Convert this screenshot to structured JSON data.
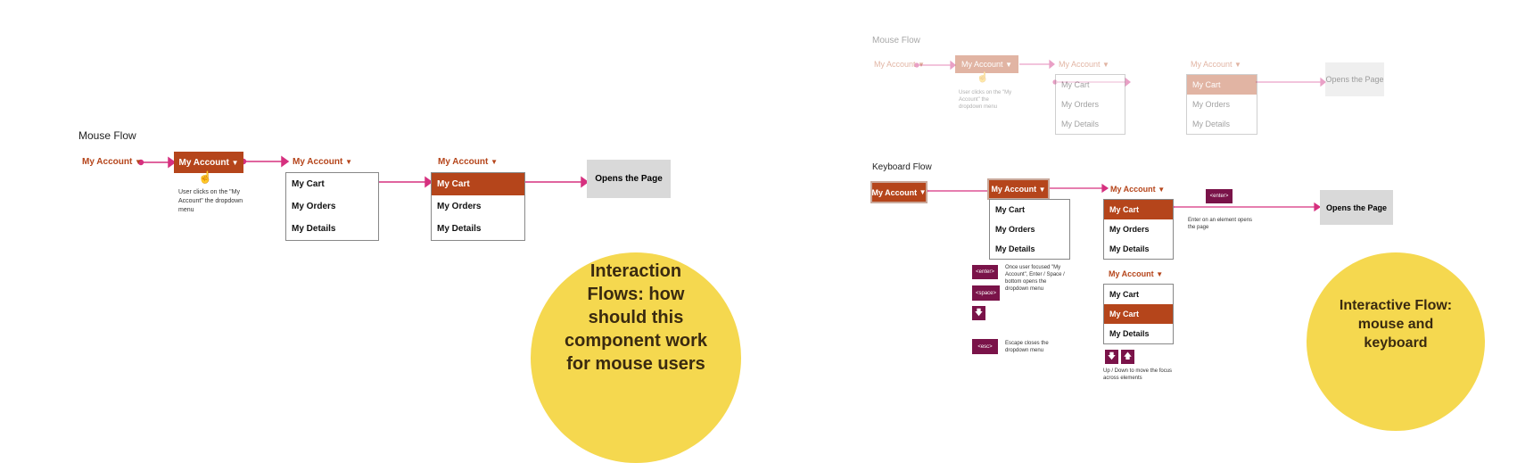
{
  "mouse_flow": {
    "title": "Mouse Flow",
    "trigger": "My Account",
    "caption": "User clicks on the \"My Account\" the dropdown menu",
    "menu_items": [
      "My Cart",
      "My Orders",
      "My Details"
    ],
    "result": "Opens the Page",
    "circle_text": "Interaction Flows: how should this component work for mouse users"
  },
  "faded_mouse_flow": {
    "title": "Mouse Flow",
    "trigger": "My Account",
    "caption": "User clicks on the \"My Account\" the dropdown menu",
    "menu_items": [
      "My Cart",
      "My Orders",
      "My Details"
    ],
    "result": "Opens the Page"
  },
  "keyboard_flow": {
    "title": "Keyboard Flow",
    "trigger": "My Account",
    "menu_items": [
      "My Cart",
      "My Orders",
      "My Details"
    ],
    "menu2_items": [
      "My Cart",
      "My Cart",
      "My Details"
    ],
    "result": "Opens the Page",
    "keys": {
      "enter": "<enter>",
      "space": "<space>",
      "esc": "<esc>",
      "down": "🡇",
      "up": "🡅"
    },
    "caption_open": "Once user focused \"My Account\", Enter / Space / bottom opens the dropdown menu",
    "caption_esc": "Escape closes the dropdown menu",
    "caption_enter": "Enter on an element opens the page",
    "caption_updown": "Up / Down to move the focus across elements",
    "circle_text": "Interactive Flow: mouse and keyboard"
  },
  "colors": {
    "accent": "#b5451b",
    "arrow": "#d6307f",
    "key": "#7a1349",
    "circle": "#f5d84f"
  }
}
